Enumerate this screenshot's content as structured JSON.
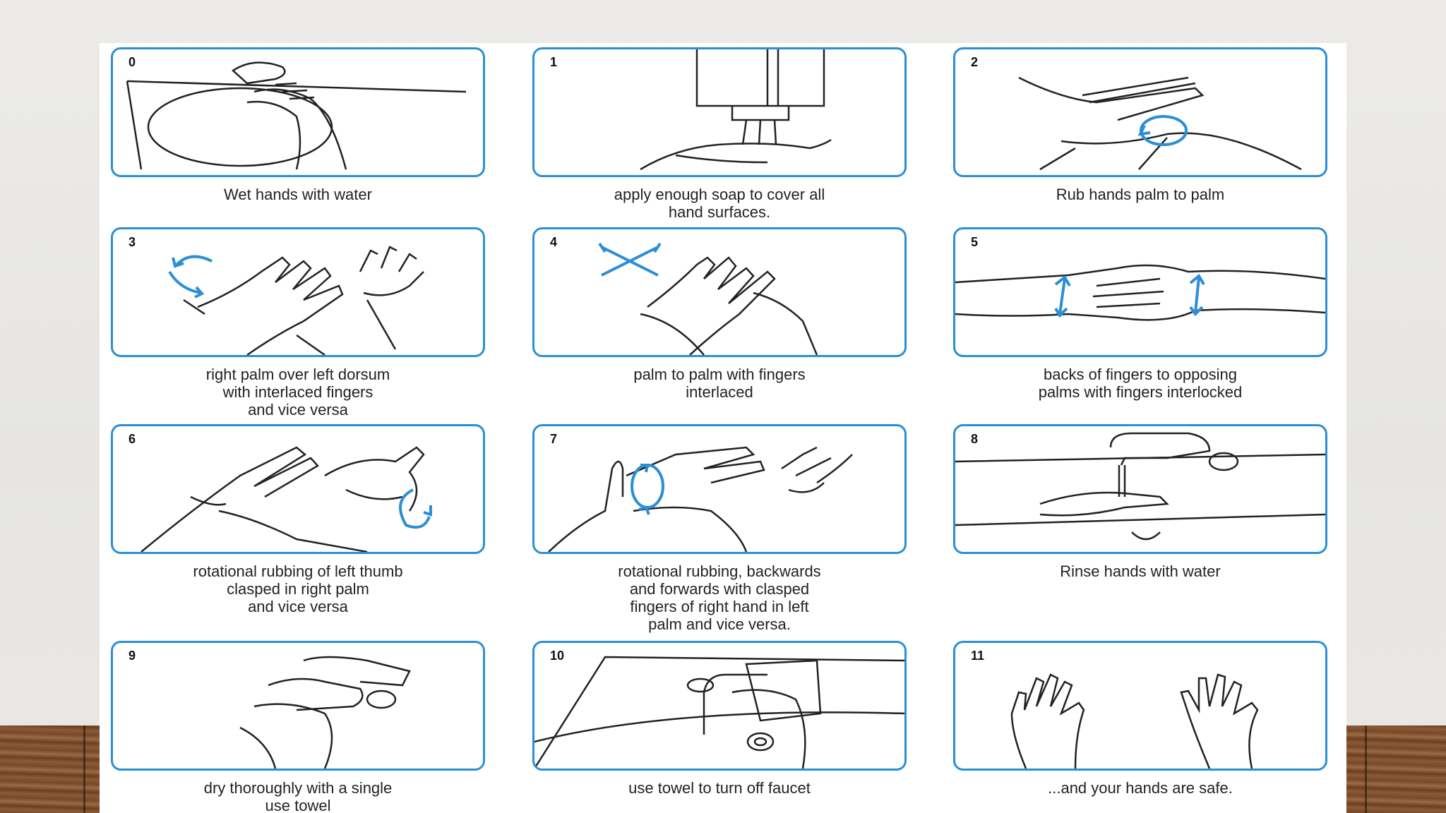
{
  "steps": [
    {
      "number": "0",
      "caption": [
        "Wet hands with water"
      ]
    },
    {
      "number": "1",
      "caption": [
        "apply enough soap to cover all",
        "hand surfaces."
      ]
    },
    {
      "number": "2",
      "caption": [
        "Rub hands palm to palm"
      ]
    },
    {
      "number": "3",
      "caption": [
        "right palm over left dorsum",
        "with interlaced fingers",
        "and vice versa"
      ]
    },
    {
      "number": "4",
      "caption": [
        "palm to palm with fingers",
        "interlaced"
      ]
    },
    {
      "number": "5",
      "caption": [
        "backs of fingers to opposing",
        "palms with fingers interlocked"
      ]
    },
    {
      "number": "6",
      "caption": [
        "rotational rubbing of left thumb",
        "clasped in right palm",
        "and vice versa"
      ]
    },
    {
      "number": "7",
      "caption": [
        "rotational rubbing, backwards",
        "and forwards with clasped",
        "fingers of right hand in left",
        "palm and vice versa."
      ]
    },
    {
      "number": "8",
      "caption": [
        "Rinse hands with water"
      ]
    },
    {
      "number": "9",
      "caption": [
        "dry thoroughly with a single",
        "use towel"
      ]
    },
    {
      "number": "10",
      "caption": [
        "use towel to turn off faucet"
      ]
    },
    {
      "number": "11",
      "caption": [
        "...and your hands are safe."
      ]
    }
  ],
  "colors": {
    "frame": "#2b8fd6",
    "arrow": "#2b8fd6"
  }
}
